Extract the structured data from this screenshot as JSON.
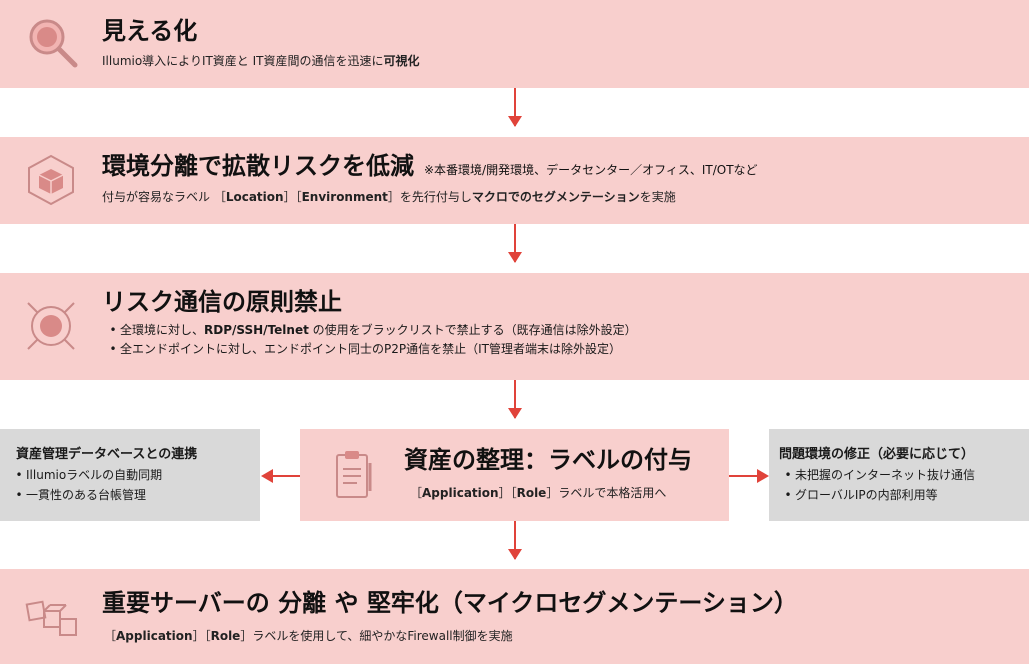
{
  "band1": {
    "title": "見える化",
    "desc_pre": "Illumio導入によりIT資産と IT資産間の通信を迅速に",
    "desc_bold": "可視化"
  },
  "band2": {
    "title": "環境分離で拡散リスクを低減",
    "note": "※本番環境/開発環境、データセンター／オフィス、IT/OTなど",
    "desc_pre": "付与が容易なラベル ［",
    "desc_label1": "Location",
    "desc_mid": "］［",
    "desc_label2": "Environment",
    "desc_mid2": "］を先行付与し",
    "desc_bold": "マクロでのセグメンテーション",
    "desc_post": "を実施"
  },
  "band3": {
    "title": "リスク通信の原則禁止",
    "bullet1_pre": "全環境に対し、",
    "bullet1_bold": "RDP/SSH/Telnet",
    "bullet1_post": " の使用をブラックリストで禁止する（既存通信は除外設定）",
    "bullet2": "全エンドポイントに対し、エンドポイント同士のP2P通信を禁止（IT管理者端末は除外設定）"
  },
  "center": {
    "title": "資産の整理：ラベルの付与",
    "desc_pre": "［",
    "label1": "Application",
    "mid": "］［",
    "label2": "Role",
    "desc_post": "］ラベルで本格活用へ"
  },
  "left": {
    "title": "資産管理データベースとの連携",
    "items": [
      "Illumioラベルの自動同期",
      "一貫性のある台帳管理"
    ]
  },
  "right": {
    "title": "問題環境の修正（必要に応じて）",
    "items": [
      "未把握のインターネット抜け通信",
      "グローバルIPの内部利用等"
    ]
  },
  "band5": {
    "title": "重要サーバーの 分離 や 堅牢化（マイクロセグメンテーション）",
    "desc_pre": "［",
    "label1": "Application",
    "mid": "］［",
    "label2": "Role",
    "desc_post": "］ラベルを使用して、細やかなFirewall制御を実施"
  },
  "colors": {
    "band": "#f8cfcd",
    "arrow": "#e0433a",
    "side_box": "#d9d9d9",
    "icon": "#c98a89"
  }
}
